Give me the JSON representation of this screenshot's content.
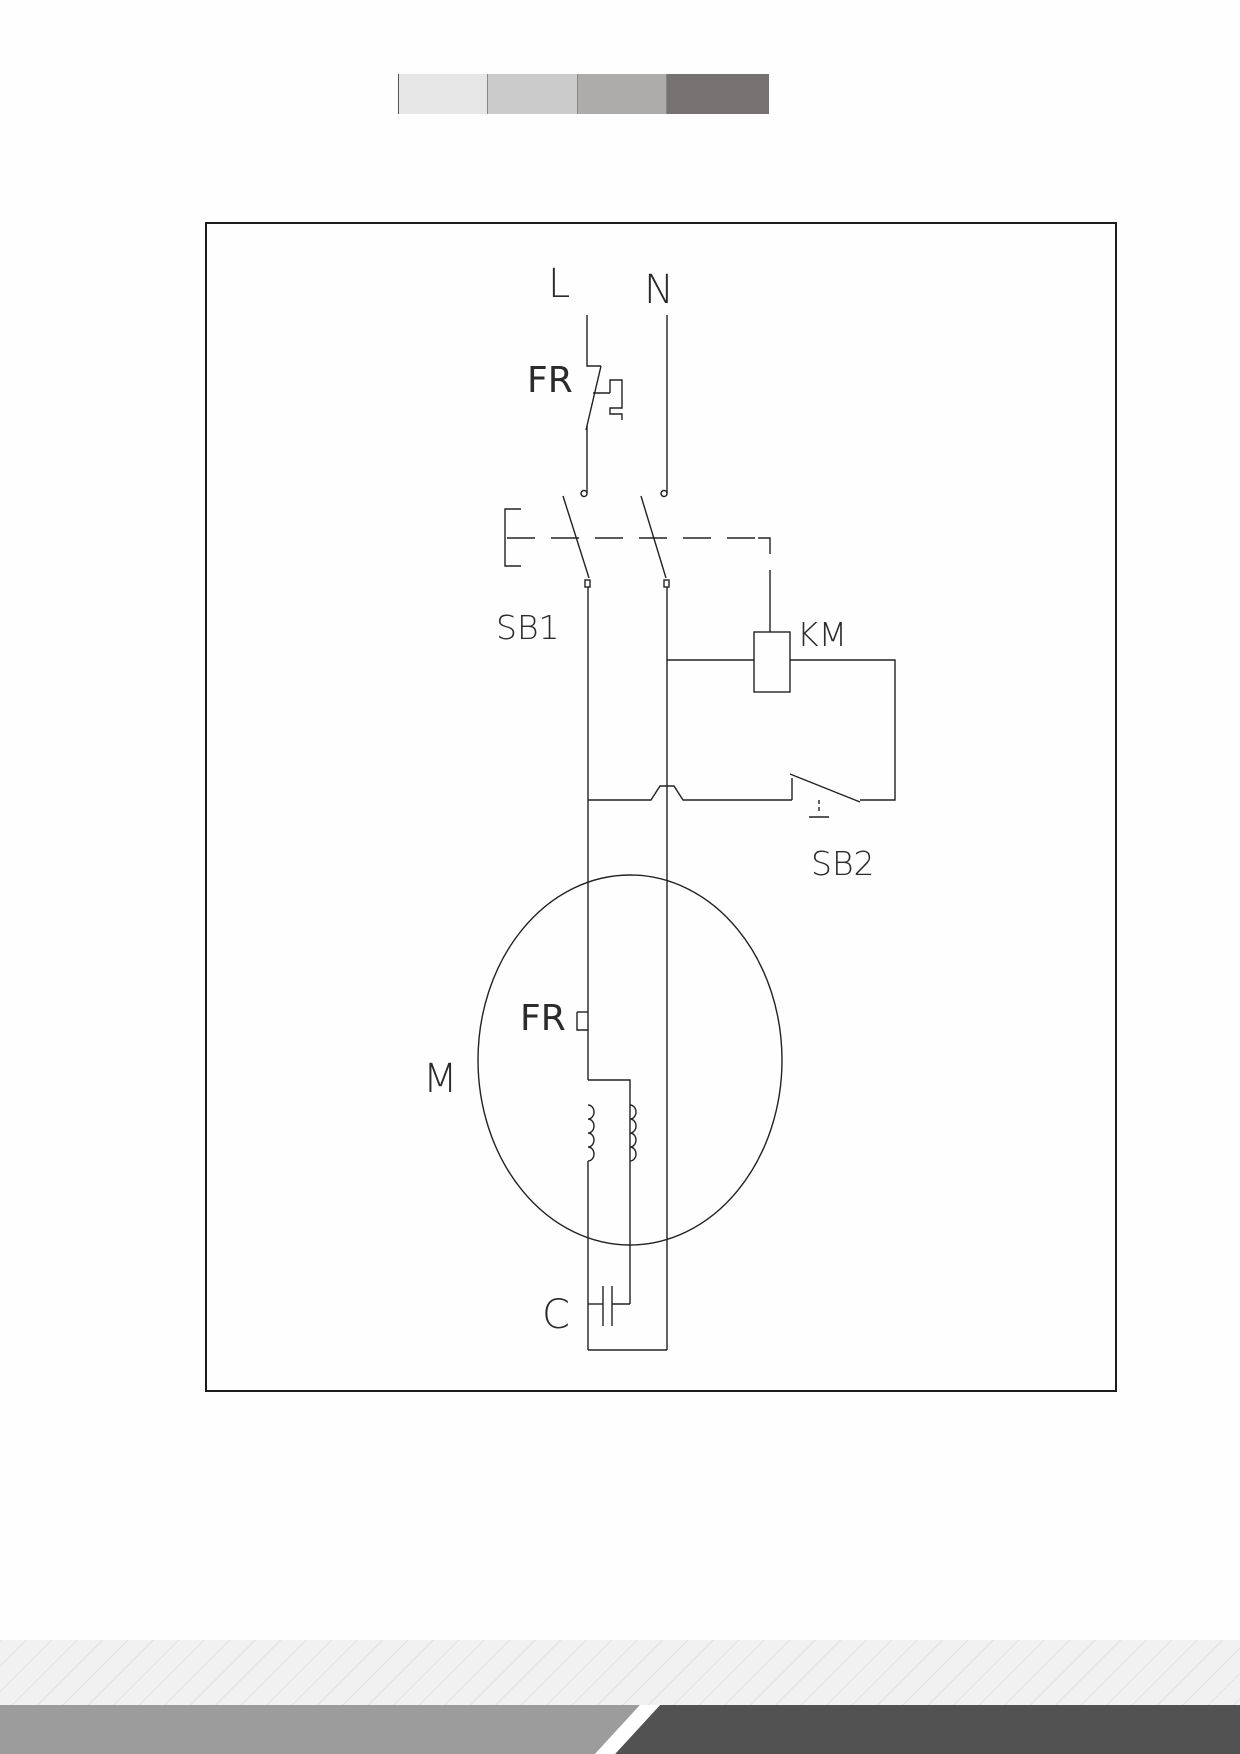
{
  "swatch_colors": [
    "#e6e6e6",
    "#cccbcb",
    "#aeabab",
    "#767272"
  ],
  "labels": {
    "line": "L",
    "neutral": "N",
    "fr_top": "FR",
    "sb1": "SB1",
    "km": "KM",
    "sb2": "SB2",
    "motor": "M",
    "fr_motor": "FR",
    "capacitor": "C"
  }
}
